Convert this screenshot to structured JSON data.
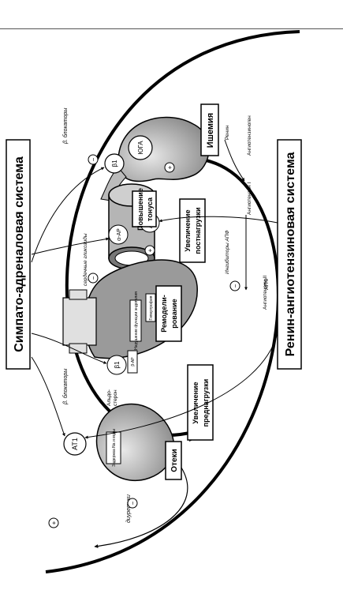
{
  "systems": {
    "sympatho_adrenal": "Симпато-адреналовая система",
    "renin_angiotensin": "Ренин-ангиотензиновая система"
  },
  "boxes": {
    "ischemia": "Ишемия",
    "tone_line1": "Повышение",
    "tone_line2": "тонуса",
    "afterload_line1": "Увеличение",
    "afterload_line2": "постнагрузки",
    "remodel_line1": "Ремодели-",
    "remodel_line2": "рование",
    "preload_line1": "Увеличение",
    "preload_line2": "преднагрузки",
    "edema": "Отеки"
  },
  "labels": {
    "beta_blockers": "β. блокаторы",
    "cardiac_glycosides": "сердечные гликозиды",
    "diuretics": "диуретики",
    "aldosterone_line1": "Альдо-",
    "aldosterone_line2": "стерон",
    "renin": "Ренин",
    "angiotensinogen": "Ангиотензиноген",
    "angiotensin_1": "Ангиотензин I",
    "angiotensin_2": "Ангиотензин II",
    "ace": "АПФ",
    "ace_inhibitors": "Ингибиторы АПФ",
    "uga": "ЮГА",
    "beta1": "β1",
    "alpha_ar": "α-АР",
    "at1": "АТ1",
    "small_box_1": "Нарушение функции эндотелия",
    "small_box_2": "Гипертрофия",
    "small_box_3": "Задержка Na и воды",
    "small_box_4": "β-АР"
  },
  "signs": {
    "plus": "+",
    "minus": "−"
  }
}
